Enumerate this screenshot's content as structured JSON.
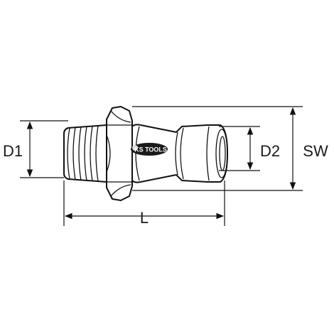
{
  "dimensions": {
    "d1": "D1",
    "d2": "D2",
    "sw": "SW",
    "l": "L"
  },
  "logo": {
    "text": "KS TOOLS"
  }
}
